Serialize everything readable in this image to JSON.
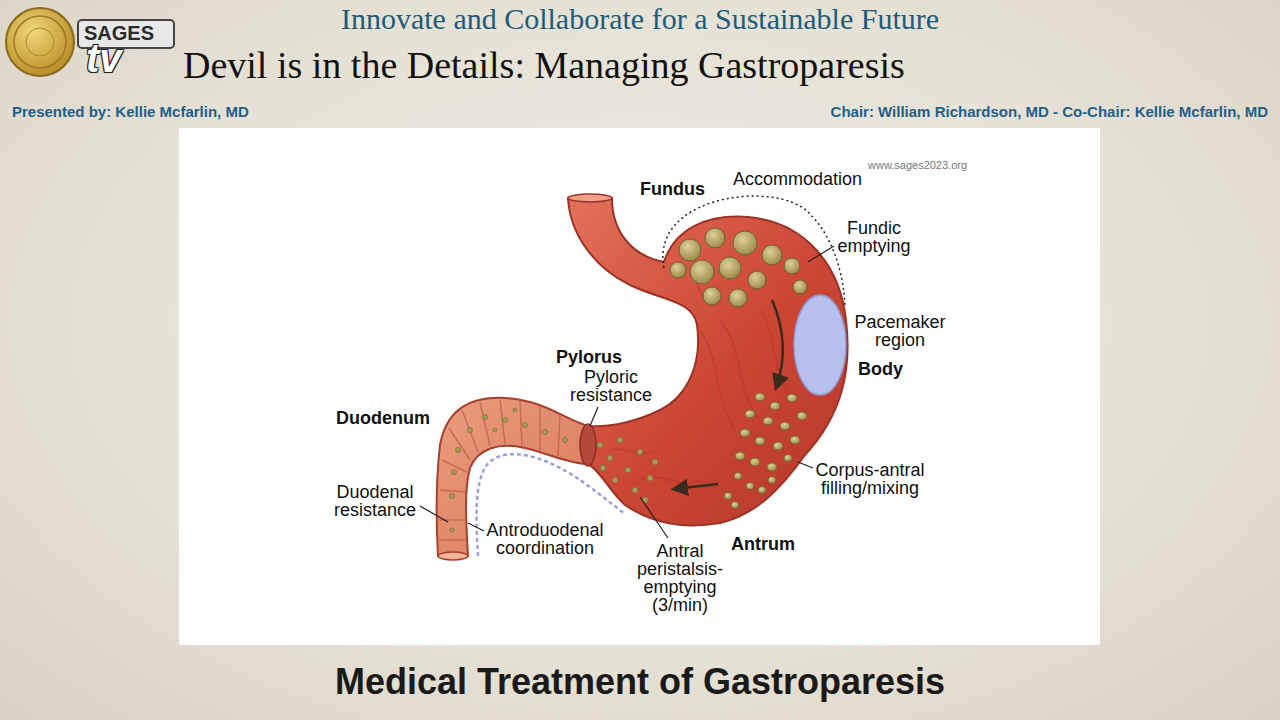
{
  "diagram": {
    "title": "Devil is in the Details: Managing Gastroparesis",
    "caption": "Medical Treatment of Gastroparesis",
    "labels": [
      "Innovate and Collaborate for a Sustainable Future",
      "SAGES",
      "tv",
      "Presented by: Kellie Mcfarlin, MD",
      "Chair: William Richardson, MD - Co-Chair: Kellie Mcfarlin, MD",
      "www.sages2023.org",
      "Fundus",
      "Accommodation",
      "Fundic emptying",
      "Pacemaker region",
      "Body",
      "Corpus-antral filling/mixing",
      "Antrum",
      "Antral peristalsis-emptying (3/min)",
      "Antroduodenal coordination",
      "Duodenal resistance",
      "Duodenum",
      "Pylorus",
      "Pyloric resistance"
    ]
  }
}
